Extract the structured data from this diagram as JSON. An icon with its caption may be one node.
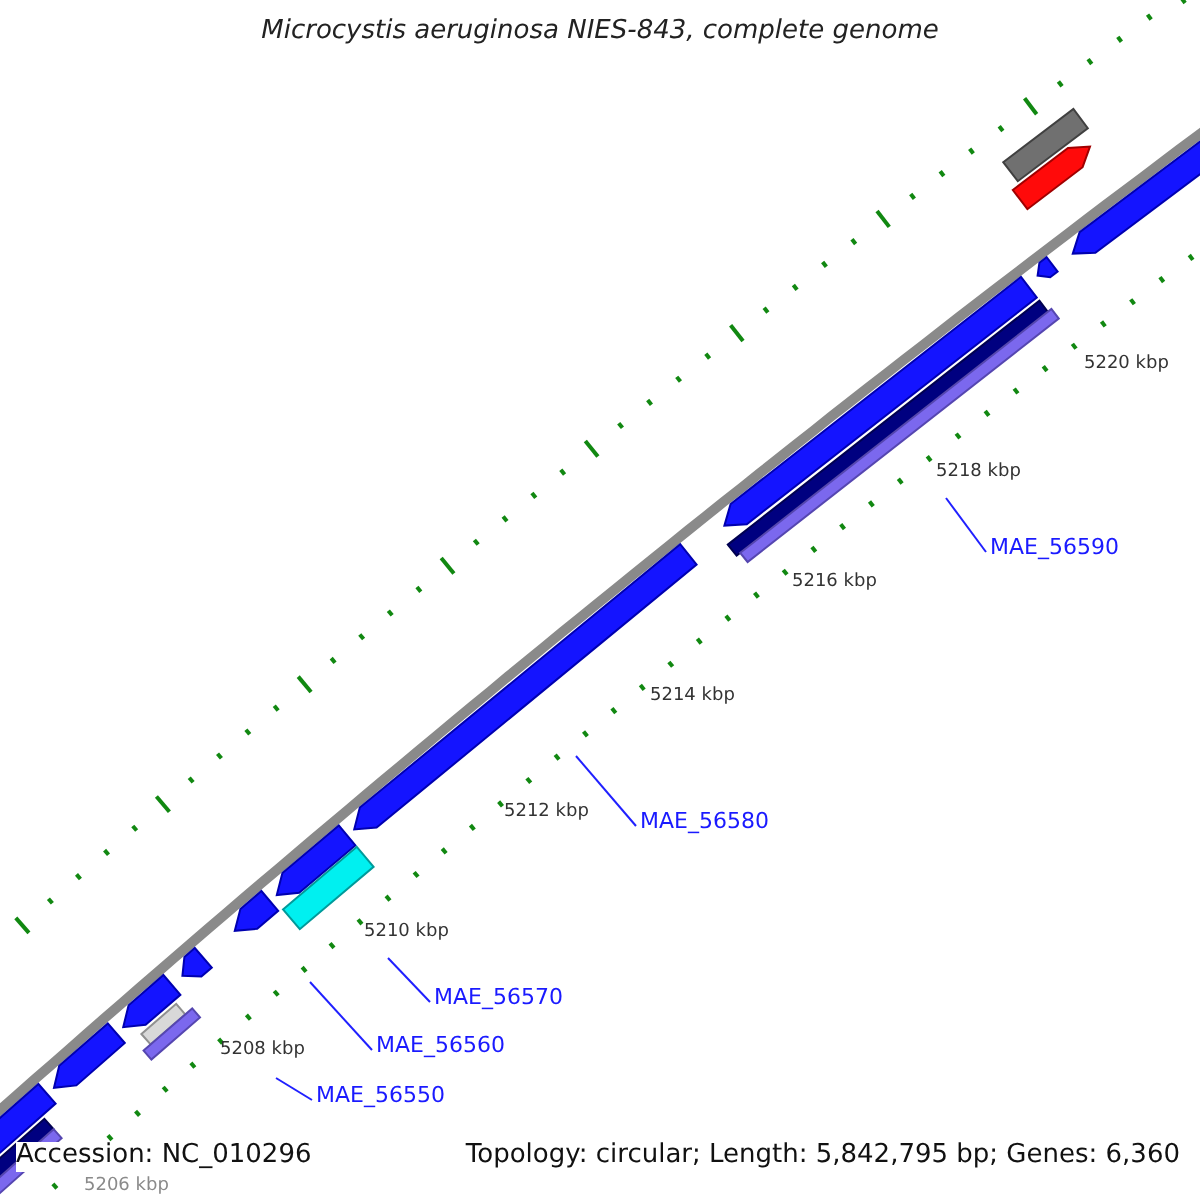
{
  "diagram": {
    "title": "Microcystis aeruginosa NIES-843, complete genome",
    "nodes": [
      {
        "text": [
          "MAE_56590"
        ]
      },
      {
        "text": [
          "MAE_56580"
        ]
      },
      {
        "text": [
          "MAE_56570"
        ]
      },
      {
        "text": [
          "MAE_56560"
        ]
      },
      {
        "text": [
          "MAE_56550"
        ]
      }
    ],
    "edges": [
      {
        "from": 0,
        "to": null,
        "arrow": "none"
      },
      {
        "from": 1,
        "to": null,
        "arrow": "none"
      },
      {
        "from": 2,
        "to": null,
        "arrow": "none"
      },
      {
        "from": 3,
        "to": null,
        "arrow": "none"
      },
      {
        "from": 4,
        "to": null,
        "arrow": "none"
      }
    ],
    "labels": [
      "5220 kbp",
      "5218 kbp",
      "5216 kbp",
      "5214 kbp",
      "5212 kbp",
      "5210 kbp",
      "5208 kbp",
      "Accession: NC_010296",
      "5206 kbp",
      "Topology: circular; Length: 5,842,795 bp; Genes: 6,360"
    ]
  }
}
